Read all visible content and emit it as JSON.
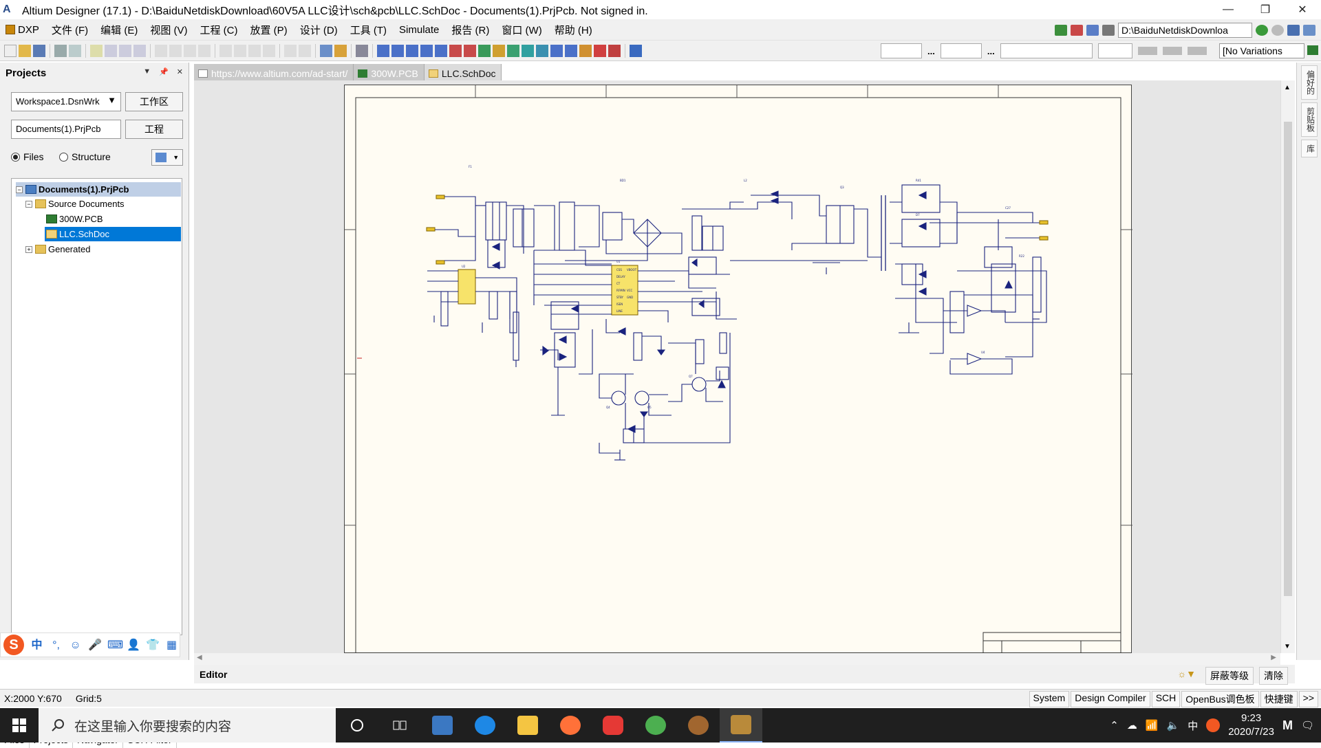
{
  "window": {
    "title": "Altium Designer (17.1) - D:\\BaiduNetdiskDownload\\60V5A LLC设计\\sch&pcb\\LLC.SchDoc - Documents(1).PrjPcb. Not signed in.",
    "minimize": "—",
    "maximize": "❐",
    "close": "✕"
  },
  "menu": {
    "items": [
      "DXP",
      "文件 (F)",
      "编辑 (E)",
      "视图 (V)",
      "工程 (C)",
      "放置 (P)",
      "设计 (D)",
      "工具 (T)",
      "Simulate",
      "报告 (R)",
      "窗口 (W)",
      "帮助 (H)"
    ],
    "path": "D:\\BaiduNetdiskDownloa"
  },
  "toolbar": {
    "variations": "[No Variations"
  },
  "projects_panel": {
    "title": "Projects",
    "workspace": "Workspace1.DsnWrk",
    "workspace_button": "工作区",
    "project": "Documents(1).PrjPcb",
    "project_button": "工程",
    "radio_files": "Files",
    "radio_structure": "Structure",
    "tree": {
      "project": "Documents(1).PrjPcb",
      "source_docs": "Source Documents",
      "pcb": "300W.PCB",
      "sch": "LLC.SchDoc",
      "generated": "Generated"
    },
    "ime_text": "中",
    "tabs": [
      "Files",
      "Projects",
      "Navigator",
      "SCH Filter"
    ]
  },
  "doc_tabs": [
    "https://www.altium.com/ad-start/",
    "300W.PCB",
    "LLC.SchDoc"
  ],
  "right_strip": [
    "偏好的",
    "剪贴板",
    "库"
  ],
  "editor": {
    "label": "Editor",
    "right_items": [
      "屏蔽等级",
      "清除"
    ]
  },
  "status": {
    "coords": "X:2000 Y:670",
    "grid": "Grid:5",
    "right_items": [
      "System",
      "Design Compiler",
      "SCH",
      "OpenBus调色板",
      "快捷键",
      ">>"
    ]
  },
  "taskbar": {
    "search_placeholder": "在这里输入你要搜索的内容",
    "ime": "中",
    "time": "9:23",
    "date": "2020/7/23"
  }
}
